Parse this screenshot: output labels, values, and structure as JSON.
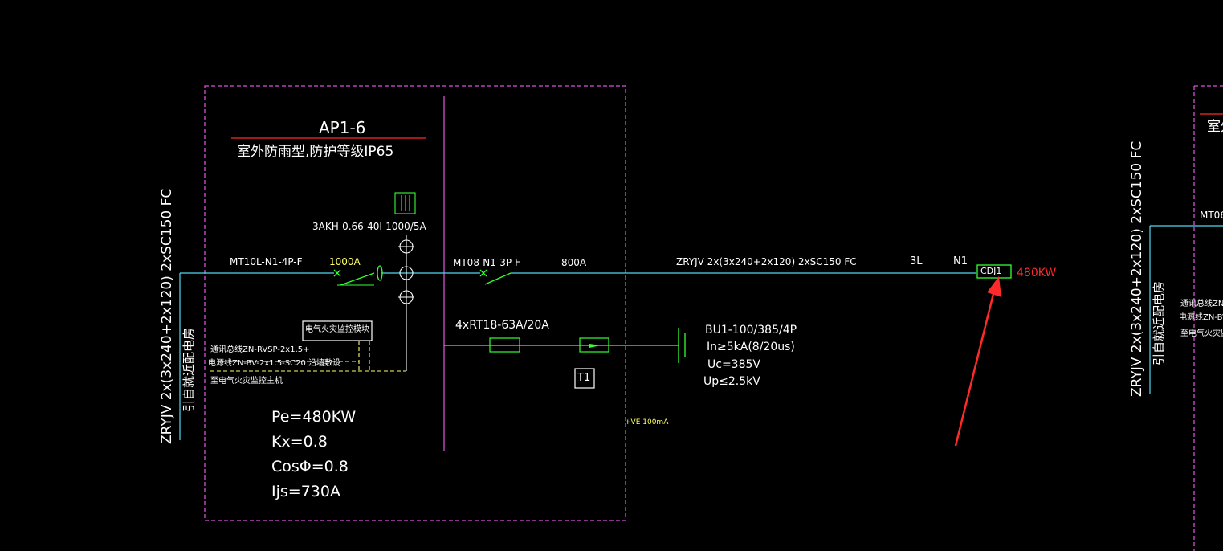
{
  "colors": {
    "background": "#000000",
    "boundary": "#d84fd8",
    "bus_line": "#4fd8f0",
    "device_green": "#33ff33",
    "text_white": "#ffffff",
    "text_yellow": "#ffff66",
    "text_red": "#ff2a2a",
    "title_underline": "#ff2a2a",
    "arrow": "#ff2a2a"
  },
  "panel": {
    "name": "AP1-6",
    "description": "室外防雨型,防护等级IP65"
  },
  "incoming": {
    "cable": "ZRYJV 2x(3x240+2x120) 2xSC150 FC",
    "note": "引自就近配电房"
  },
  "ct": {
    "label": "3AKH-0.66-40I-1000/5A"
  },
  "main_breaker": {
    "model": "MT10L-N1-4P-F",
    "rating": "1000A"
  },
  "outgoing_breaker": {
    "model": "MT08-N1-3P-F",
    "rating": "800A"
  },
  "outgoing": {
    "cable": "ZRYJV 2x(3x240+2x120) 2xSC150 FC",
    "phase": "3L",
    "circuit": "N1",
    "target": "CDJ1",
    "load": "480KW"
  },
  "monitoring": {
    "module": "电气火灾监控模块",
    "comm_line": "通讯总线ZN-RVSP-2x1.5+",
    "power_line": "电源线ZN-BV-2x1.5-SC20 沿墙敷设",
    "to_host": "至电气火灾监控主机"
  },
  "spd": {
    "fuse": "4xRT18-63A/20A",
    "model": "BU1-100/385/4P",
    "in": "In≥5kA(8/20us)",
    "uc": "Uc=385V",
    "up": "Up≤2.5kV",
    "tag": "T1"
  },
  "ground": {
    "label": "+VE 100mA"
  },
  "calc": {
    "pe": "Pe=480KW",
    "kx": "Kx=0.8",
    "cos": "CosΦ=0.8",
    "ijs": "Ijs=730A"
  },
  "neighbor": {
    "cable": "ZRYJV 2x(3x240+2x120) 2xSC150 FC",
    "note": "引自就近配电房",
    "breaker": "MT06",
    "title_partial": "室外",
    "comm_partial": "通讯总线ZN-",
    "power_partial": "电源线ZN-BV",
    "host_partial": "至电气火灾监控"
  }
}
